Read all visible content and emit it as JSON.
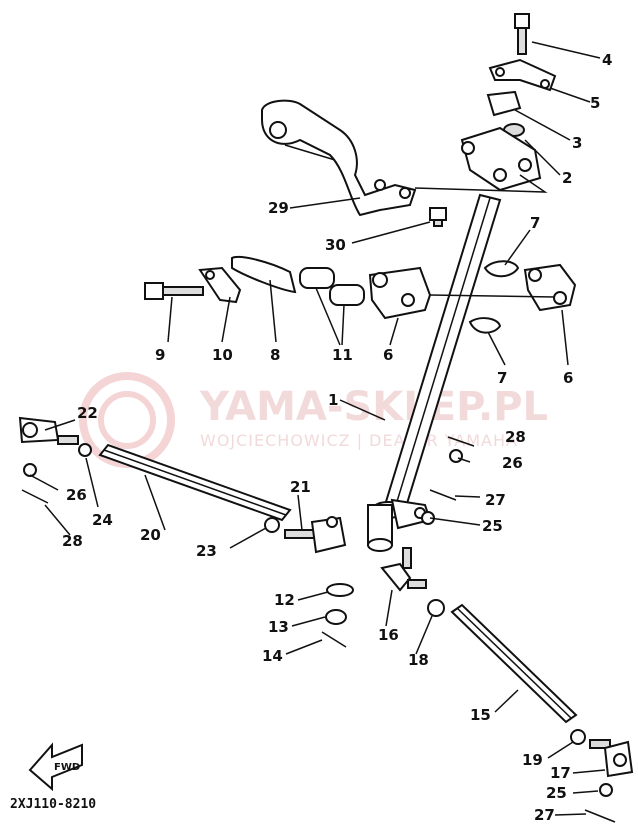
{
  "watermark": {
    "title": "YAMA-SKLEP.PL",
    "subtitle": "WOJCIECHOWICZ | DEALER YAMAHA"
  },
  "diagram_code": "2XJ110-8210",
  "fwd_label": "FWD",
  "parts": [
    {
      "id": "p4a",
      "label": "4"
    },
    {
      "id": "p5",
      "label": "5"
    },
    {
      "id": "p3",
      "label": "3"
    },
    {
      "id": "p2",
      "label": "2"
    },
    {
      "id": "p29",
      "label": "29"
    },
    {
      "id": "p30",
      "label": "30"
    },
    {
      "id": "p7a",
      "label": "7"
    },
    {
      "id": "p9",
      "label": "9"
    },
    {
      "id": "p10",
      "label": "10"
    },
    {
      "id": "p8",
      "label": "8"
    },
    {
      "id": "p11",
      "label": "11"
    },
    {
      "id": "p6a",
      "label": "6"
    },
    {
      "id": "p7b",
      "label": "7"
    },
    {
      "id": "p6b",
      "label": "6"
    },
    {
      "id": "p1",
      "label": "1"
    },
    {
      "id": "p22",
      "label": "22"
    },
    {
      "id": "p28a",
      "label": "28"
    },
    {
      "id": "p26a",
      "label": "26"
    },
    {
      "id": "p26b",
      "label": "26"
    },
    {
      "id": "p24",
      "label": "24"
    },
    {
      "id": "p27a",
      "label": "27"
    },
    {
      "id": "p21",
      "label": "21"
    },
    {
      "id": "p25a",
      "label": "25"
    },
    {
      "id": "p28b",
      "label": "28"
    },
    {
      "id": "p20",
      "label": "20"
    },
    {
      "id": "p23",
      "label": "23"
    },
    {
      "id": "p12",
      "label": "12"
    },
    {
      "id": "p13",
      "label": "13"
    },
    {
      "id": "p16",
      "label": "16"
    },
    {
      "id": "p14",
      "label": "14"
    },
    {
      "id": "p18",
      "label": "18"
    },
    {
      "id": "p15",
      "label": "15"
    },
    {
      "id": "p19",
      "label": "19"
    },
    {
      "id": "p17",
      "label": "17"
    },
    {
      "id": "p25b",
      "label": "25"
    },
    {
      "id": "p27b",
      "label": "27"
    }
  ]
}
